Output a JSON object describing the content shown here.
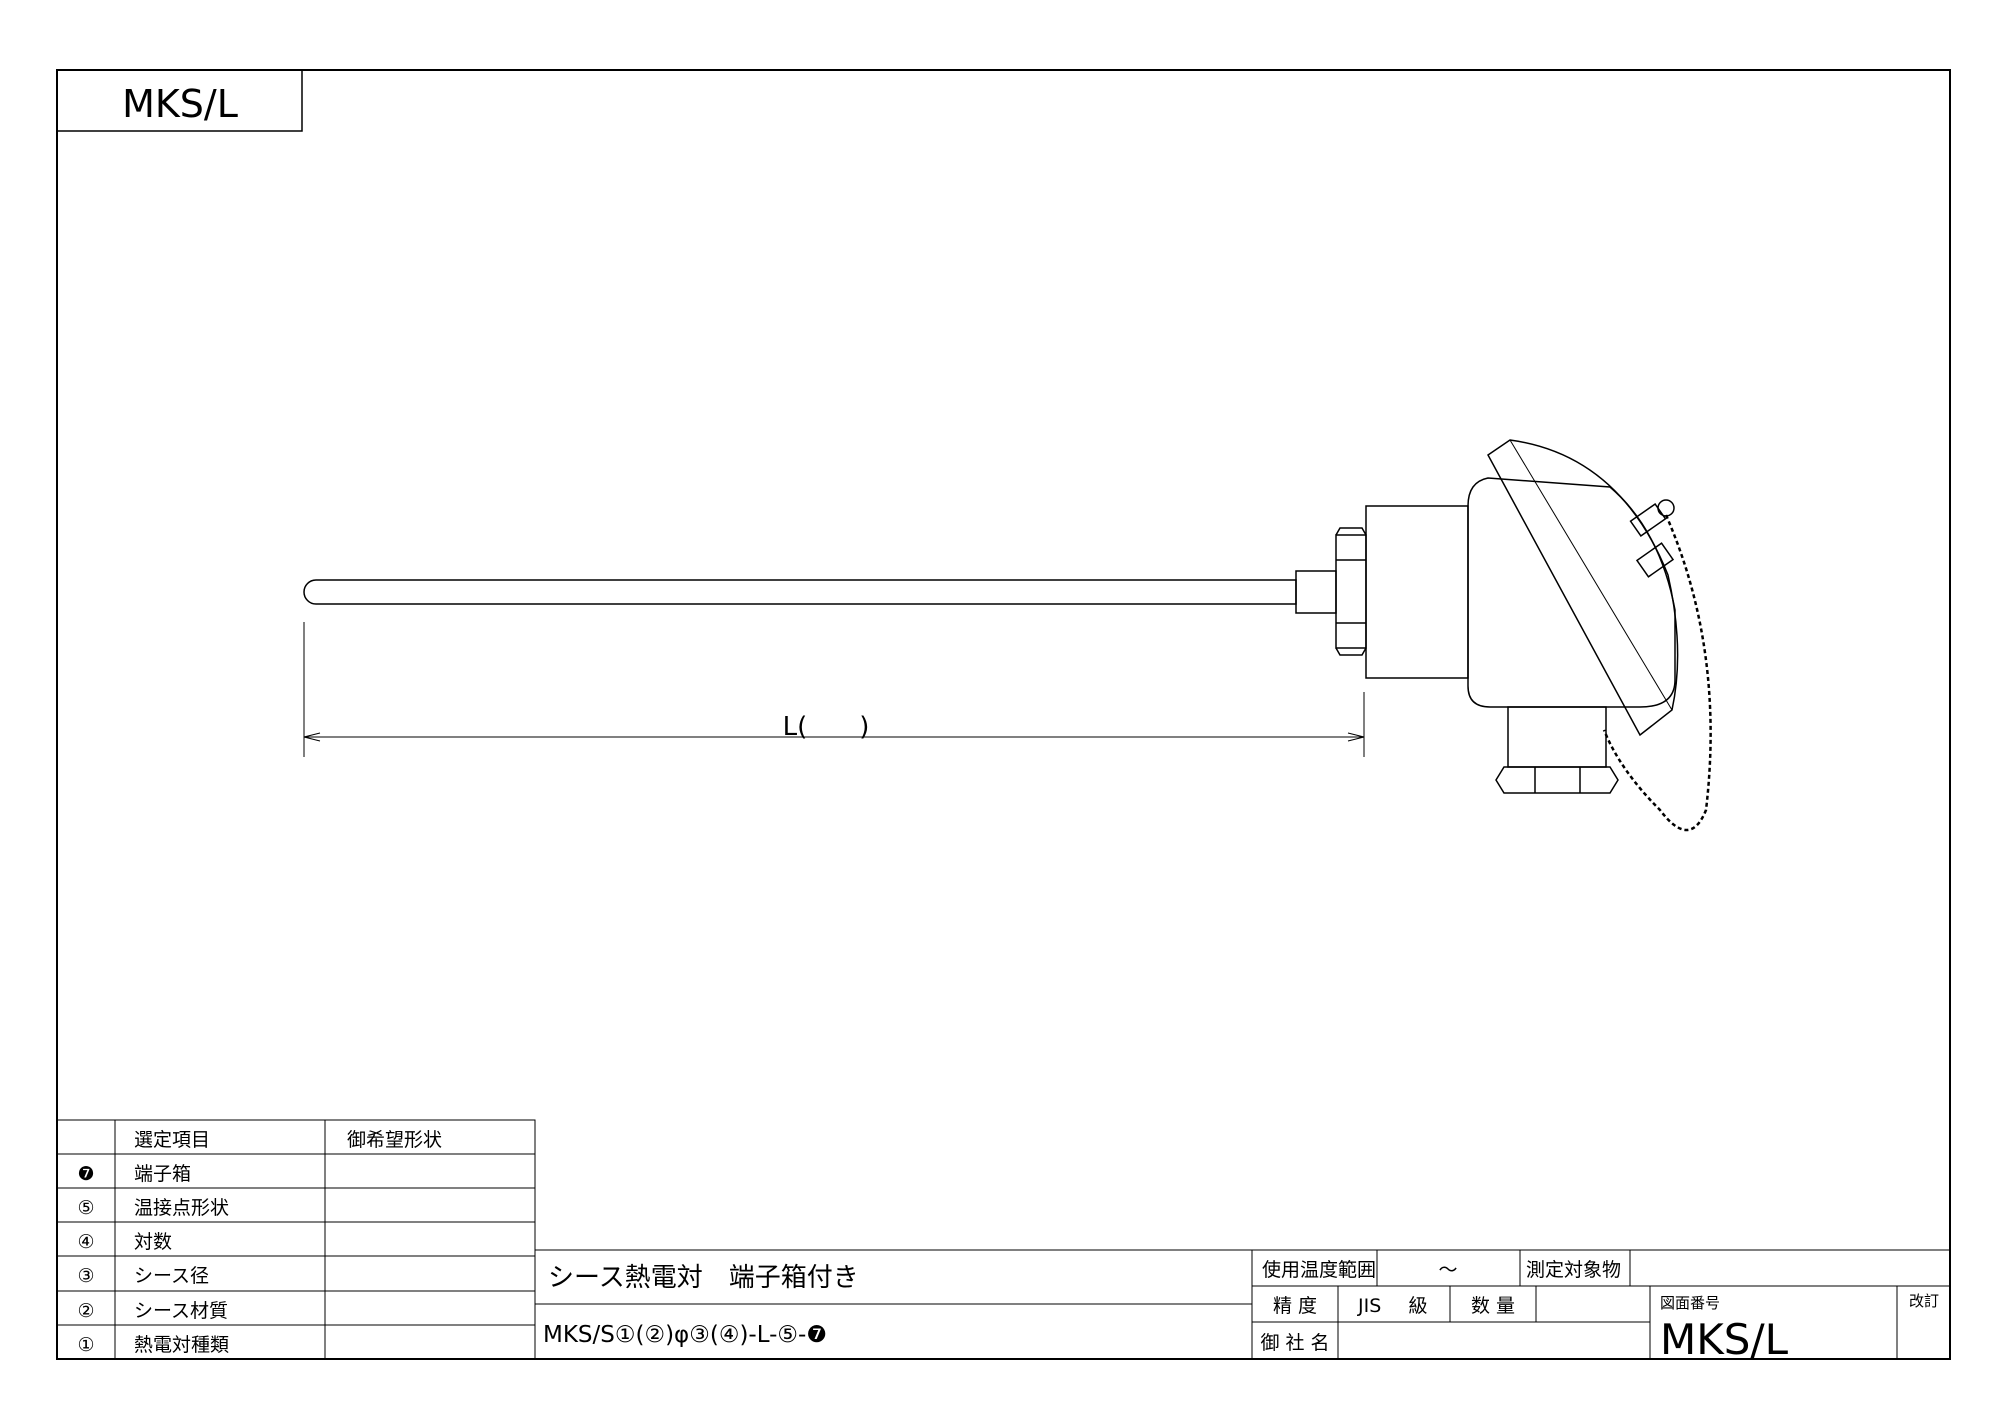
{
  "sheet": {
    "corner_code": "MKS/L",
    "dimension_label": "L(　　)"
  },
  "selection_table": {
    "header": {
      "item": "選定項目",
      "desired": "御希望形状"
    },
    "rows": [
      {
        "no": "❼",
        "item": "端子箱",
        "value": ""
      },
      {
        "no": "⑤",
        "item": "温接点形状",
        "value": ""
      },
      {
        "no": "④",
        "item": "対数",
        "value": ""
      },
      {
        "no": "③",
        "item": "シース径",
        "value": ""
      },
      {
        "no": "②",
        "item": "シース材質",
        "value": ""
      },
      {
        "no": "①",
        "item": "熱電対種類",
        "value": ""
      }
    ]
  },
  "title_block": {
    "product_name": "シース熱電対　端子箱付き",
    "model_code": "MKS/S①(②)φ③(④)-L-⑤-❼",
    "temp_range_label": "使用温度範囲",
    "temp_range_value": "～",
    "target_label": "測定対象物",
    "accuracy_label": "精 度",
    "jis_label": "JIS",
    "grade_label": "級",
    "quantity_label": "数 量",
    "customer_label": "御 社 名",
    "drawing_no_label": "図面番号",
    "drawing_no": "MKS/L",
    "revision_label": "改訂"
  }
}
